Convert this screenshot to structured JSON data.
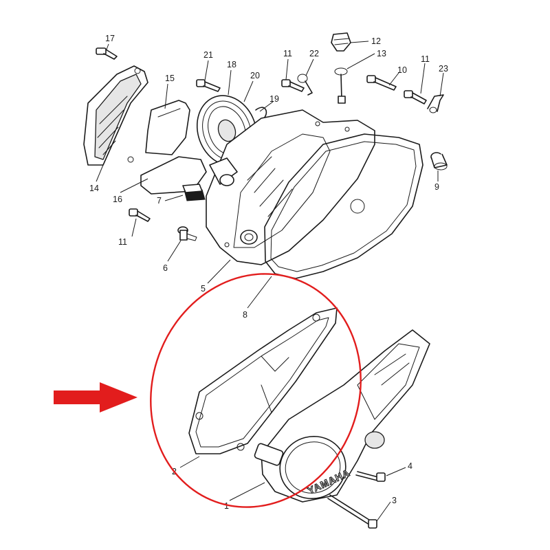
{
  "diagram": {
    "brand_text": "YAMAHA",
    "highlight_color": "#e21d1d",
    "line_color": "#1a1a1a",
    "parts": [
      {
        "label": "1"
      },
      {
        "label": "2"
      },
      {
        "label": "3"
      },
      {
        "label": "4"
      },
      {
        "label": "5"
      },
      {
        "label": "6"
      },
      {
        "label": "7"
      },
      {
        "label": "8"
      },
      {
        "label": "9"
      },
      {
        "label": "10"
      },
      {
        "label": "11"
      },
      {
        "label": "12"
      },
      {
        "label": "13"
      },
      {
        "label": "14"
      },
      {
        "label": "15"
      },
      {
        "label": "16"
      },
      {
        "label": "17"
      },
      {
        "label": "18"
      },
      {
        "label": "19"
      },
      {
        "label": "20"
      },
      {
        "label": "21"
      },
      {
        "label": "22"
      },
      {
        "label": "23"
      }
    ],
    "extra_labels": {
      "bolt_left": "11",
      "bolt_top": "11",
      "bolt_right": "11"
    }
  }
}
